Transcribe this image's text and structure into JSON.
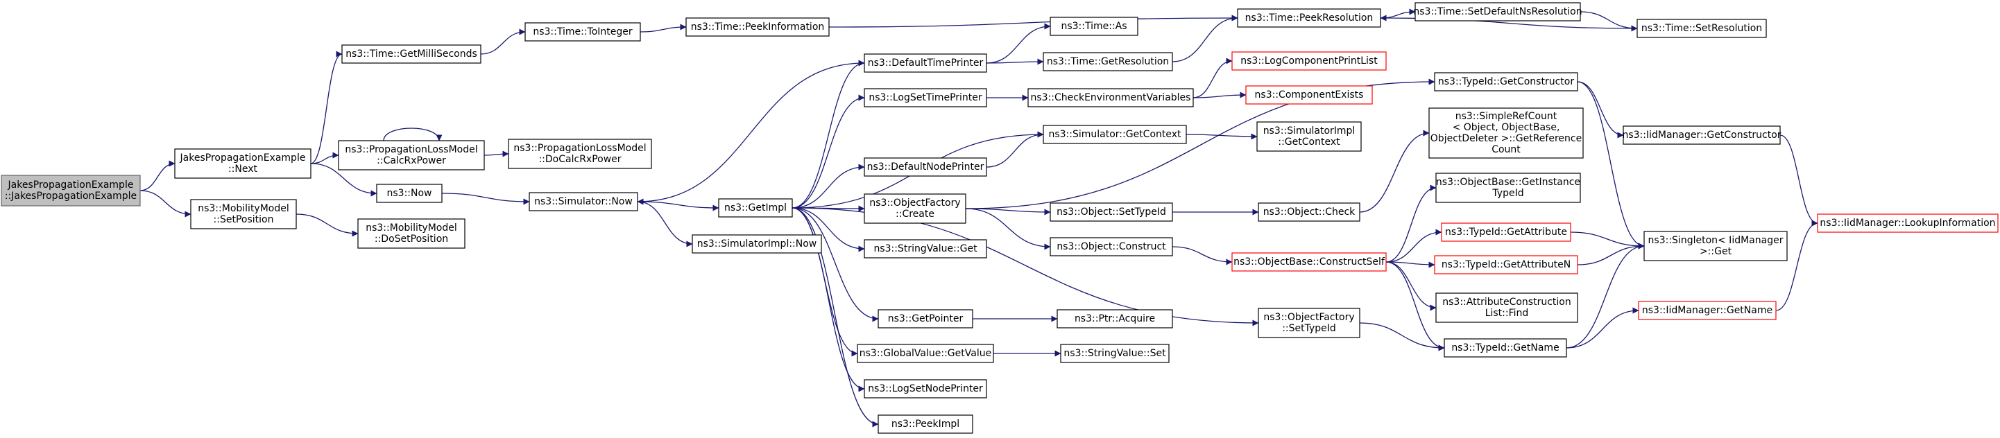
{
  "diagram": {
    "nodes": [
      {
        "id": "root",
        "label": [
          "JakesPropagationExample",
          "::JakesPropagationExample"
        ],
        "style": "root"
      },
      {
        "id": "jpe_next",
        "label": [
          "JakesPropagationExample",
          "::Next"
        ],
        "style": "normal"
      },
      {
        "id": "mm_setpos",
        "label": [
          "ns3::MobilityModel",
          "::SetPosition"
        ],
        "style": "normal"
      },
      {
        "id": "getmilli",
        "label": [
          "ns3::Time::GetMilliSeconds"
        ],
        "style": "normal"
      },
      {
        "id": "plm_calc",
        "label": [
          "ns3::PropagationLossModel",
          "::CalcRxPower"
        ],
        "style": "normal"
      },
      {
        "id": "now",
        "label": [
          "ns3::Now"
        ],
        "style": "normal"
      },
      {
        "id": "mm_dosetpos",
        "label": [
          "ns3::MobilityModel",
          "::DoSetPosition"
        ],
        "style": "normal"
      },
      {
        "id": "tointeger",
        "label": [
          "ns3::Time::ToInteger"
        ],
        "style": "normal"
      },
      {
        "id": "plm_docalc",
        "label": [
          "ns3::PropagationLossModel",
          "::DoCalcRxPower"
        ],
        "style": "normal"
      },
      {
        "id": "sim_now",
        "label": [
          "ns3::Simulator::Now"
        ],
        "style": "normal"
      },
      {
        "id": "peekinfo",
        "label": [
          "ns3::Time::PeekInformation"
        ],
        "style": "normal"
      },
      {
        "id": "getimpl",
        "label": [
          "ns3::GetImpl"
        ],
        "style": "normal"
      },
      {
        "id": "simimpl_now",
        "label": [
          "ns3::SimulatorImpl::Now"
        ],
        "style": "normal"
      },
      {
        "id": "deftimeprinter",
        "label": [
          "ns3::DefaultTimePrinter"
        ],
        "style": "normal"
      },
      {
        "id": "logsettimeprinter",
        "label": [
          "ns3::LogSetTimePrinter"
        ],
        "style": "normal"
      },
      {
        "id": "defnodeprinter",
        "label": [
          "ns3::DefaultNodePrinter"
        ],
        "style": "normal"
      },
      {
        "id": "of_create",
        "label": [
          "ns3::ObjectFactory",
          "::Create"
        ],
        "style": "normal"
      },
      {
        "id": "strval_get",
        "label": [
          "ns3::StringValue::Get"
        ],
        "style": "normal"
      },
      {
        "id": "getpointer",
        "label": [
          "ns3::GetPointer"
        ],
        "style": "normal"
      },
      {
        "id": "gv_getvalue",
        "label": [
          "ns3::GlobalValue::GetValue"
        ],
        "style": "normal"
      },
      {
        "id": "logsetnodeprinter",
        "label": [
          "ns3::LogSetNodePrinter"
        ],
        "style": "normal"
      },
      {
        "id": "peekimpl",
        "label": [
          "ns3::PeekImpl"
        ],
        "style": "normal"
      },
      {
        "id": "time_as",
        "label": [
          "ns3::Time::As"
        ],
        "style": "normal"
      },
      {
        "id": "time_getres",
        "label": [
          "ns3::Time::GetResolution"
        ],
        "style": "normal"
      },
      {
        "id": "checkenv",
        "label": [
          "ns3::CheckEnvironmentVariables"
        ],
        "style": "normal"
      },
      {
        "id": "sim_getcontext",
        "label": [
          "ns3::Simulator::GetContext"
        ],
        "style": "normal"
      },
      {
        "id": "obj_settypeid",
        "label": [
          "ns3::Object::SetTypeId"
        ],
        "style": "normal"
      },
      {
        "id": "obj_construct",
        "label": [
          "ns3::Object::Construct"
        ],
        "style": "normal"
      },
      {
        "id": "ptr_acquire",
        "label": [
          "ns3::Ptr::Acquire"
        ],
        "style": "normal"
      },
      {
        "id": "strval_set",
        "label": [
          "ns3::StringValue::Set"
        ],
        "style": "normal"
      },
      {
        "id": "of_settypeid",
        "label": [
          "ns3::ObjectFactory",
          "::SetTypeId"
        ],
        "style": "normal"
      },
      {
        "id": "peekres",
        "label": [
          "ns3::Time::PeekResolution"
        ],
        "style": "normal"
      },
      {
        "id": "logcomplist",
        "label": [
          "ns3::LogComponentPrintList"
        ],
        "style": "red"
      },
      {
        "id": "compexists",
        "label": [
          "ns3::ComponentExists"
        ],
        "style": "red"
      },
      {
        "id": "simimpl_getctx",
        "label": [
          "ns3::SimulatorImpl",
          "::GetContext"
        ],
        "style": "normal"
      },
      {
        "id": "obj_check",
        "label": [
          "ns3::Object::Check"
        ],
        "style": "normal"
      },
      {
        "id": "ob_constructself",
        "label": [
          "ns3::ObjectBase::ConstructSelf"
        ],
        "style": "red"
      },
      {
        "id": "setdefns",
        "label": [
          "ns3::Time::SetDefaultNsResolution"
        ],
        "style": "normal"
      },
      {
        "id": "typeid_getctor",
        "label": [
          "ns3::TypeId::GetConstructor"
        ],
        "style": "normal"
      },
      {
        "id": "simplerefcount",
        "label": [
          "ns3::SimpleRefCount",
          "< Object, ObjectBase,",
          " ObjectDeleter >::GetReference",
          "Count"
        ],
        "style": "normal"
      },
      {
        "id": "ob_getinstance",
        "label": [
          "ns3::ObjectBase::GetInstance",
          "TypeId"
        ],
        "style": "normal"
      },
      {
        "id": "typeid_getattr",
        "label": [
          "ns3::TypeId::GetAttribute"
        ],
        "style": "red"
      },
      {
        "id": "typeid_getattrn",
        "label": [
          "ns3::TypeId::GetAttributeN"
        ],
        "style": "red"
      },
      {
        "id": "attrconst_find",
        "label": [
          "ns3::AttributeConstruction",
          "List::Find"
        ],
        "style": "normal"
      },
      {
        "id": "typeid_getname",
        "label": [
          "ns3::TypeId::GetName"
        ],
        "style": "normal"
      },
      {
        "id": "time_setres",
        "label": [
          "ns3::Time::SetResolution"
        ],
        "style": "normal"
      },
      {
        "id": "iid_getctor",
        "label": [
          "ns3::IidManager::GetConstructor"
        ],
        "style": "normal"
      },
      {
        "id": "singleton_get",
        "label": [
          "ns3::Singleton< IidManager",
          " >::Get"
        ],
        "style": "normal"
      },
      {
        "id": "iid_getname",
        "label": [
          "ns3::IidManager::GetName"
        ],
        "style": "red"
      },
      {
        "id": "iid_lookup",
        "label": [
          "ns3::IidManager::LookupInformation"
        ],
        "style": "red"
      }
    ],
    "edges": [
      [
        "root",
        "jpe_next"
      ],
      [
        "root",
        "mm_setpos"
      ],
      [
        "jpe_next",
        "getmilli"
      ],
      [
        "jpe_next",
        "plm_calc"
      ],
      [
        "jpe_next",
        "now"
      ],
      [
        "mm_setpos",
        "mm_dosetpos"
      ],
      [
        "getmilli",
        "tointeger"
      ],
      [
        "tointeger",
        "peekinfo"
      ],
      [
        "peekinfo",
        "peekres"
      ],
      [
        "plm_calc",
        "plm_calc"
      ],
      [
        "plm_calc",
        "plm_docalc"
      ],
      [
        "now",
        "sim_now"
      ],
      [
        "sim_now",
        "getimpl"
      ],
      [
        "sim_now",
        "simimpl_now"
      ],
      [
        "getimpl",
        "deftimeprinter"
      ],
      [
        "getimpl",
        "logsettimeprinter"
      ],
      [
        "getimpl",
        "defnodeprinter"
      ],
      [
        "getimpl",
        "of_create"
      ],
      [
        "getimpl",
        "strval_get"
      ],
      [
        "getimpl",
        "getpointer"
      ],
      [
        "getimpl",
        "gv_getvalue"
      ],
      [
        "getimpl",
        "logsetnodeprinter"
      ],
      [
        "getimpl",
        "peekimpl"
      ],
      [
        "getimpl",
        "sim_getcontext"
      ],
      [
        "getimpl",
        "of_settypeid"
      ],
      [
        "deftimeprinter",
        "sim_now"
      ],
      [
        "deftimeprinter",
        "time_as"
      ],
      [
        "deftimeprinter",
        "time_getres"
      ],
      [
        "time_getres",
        "peekres"
      ],
      [
        "logsettimeprinter",
        "checkenv"
      ],
      [
        "checkenv",
        "logcomplist"
      ],
      [
        "checkenv",
        "compexists"
      ],
      [
        "defnodeprinter",
        "sim_getcontext"
      ],
      [
        "sim_getcontext",
        "simimpl_getctx"
      ],
      [
        "of_create",
        "obj_settypeid"
      ],
      [
        "of_create",
        "obj_construct"
      ],
      [
        "of_create",
        "typeid_getctor"
      ],
      [
        "obj_settypeid",
        "obj_check"
      ],
      [
        "obj_check",
        "simplerefcount"
      ],
      [
        "obj_construct",
        "ob_constructself"
      ],
      [
        "ob_constructself",
        "ob_getinstance"
      ],
      [
        "ob_constructself",
        "typeid_getattr"
      ],
      [
        "ob_constructself",
        "typeid_getattrn"
      ],
      [
        "ob_constructself",
        "attrconst_find"
      ],
      [
        "ob_constructself",
        "typeid_getname"
      ],
      [
        "getpointer",
        "ptr_acquire"
      ],
      [
        "gv_getvalue",
        "strval_set"
      ],
      [
        "of_settypeid",
        "typeid_getname"
      ],
      [
        "peekres",
        "setdefns"
      ],
      [
        "setdefns",
        "time_setres"
      ],
      [
        "time_setres",
        "peekres"
      ],
      [
        "typeid_getctor",
        "iid_getctor"
      ],
      [
        "typeid_getctor",
        "singleton_get"
      ],
      [
        "iid_getctor",
        "iid_lookup"
      ],
      [
        "typeid_getattr",
        "singleton_get"
      ],
      [
        "typeid_getattrn",
        "singleton_get"
      ],
      [
        "typeid_getname",
        "singleton_get"
      ],
      [
        "typeid_getname",
        "iid_getname"
      ],
      [
        "iid_getname",
        "iid_lookup"
      ]
    ]
  }
}
